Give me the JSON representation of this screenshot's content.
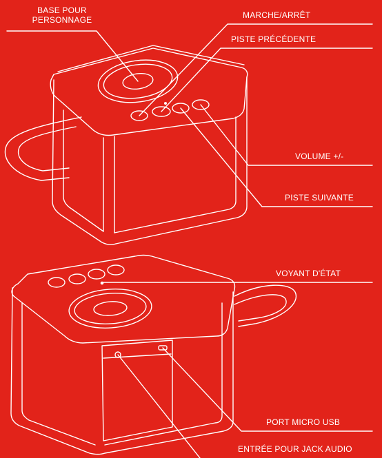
{
  "colors": {
    "background": "#e2231a",
    "line": "#ffffff"
  },
  "labels": {
    "base_personnage_line1": "BASE POUR",
    "base_personnage_line2": "PERSONNAGE",
    "marche_arret": "MARCHE/ARRÊT",
    "piste_precedente": "PISTE PRÉCÉDENTE",
    "volume": "VOLUME +/-",
    "piste_suivante": "PISTE SUIVANTE",
    "voyant_etat": "VOYANT D'ÉTAT",
    "port_micro_usb": "PORT MICRO USB",
    "entree_jack": "ENTRÉE POUR JACK AUDIO"
  }
}
